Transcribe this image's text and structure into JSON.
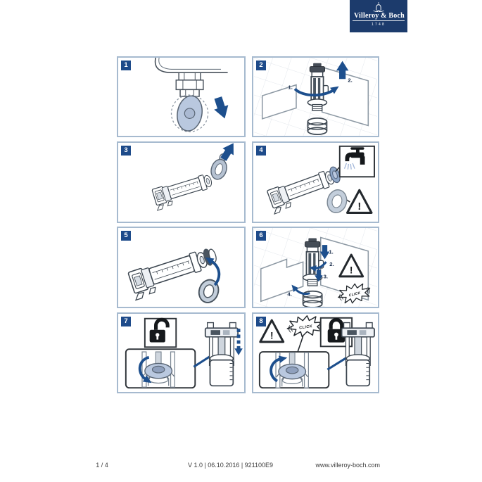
{
  "logo": {
    "brand": "Villeroy & Boch",
    "year": "1748"
  },
  "colors": {
    "accent_blue": "#1d4f8d",
    "badge_bg": "#1e4b8a",
    "logo_bg": "#1c3b6c",
    "panel_border": "#a6bacf",
    "line_art": "#3c4650",
    "light_blue_fill": "#b9c8df",
    "seal_gray": "#c3cedb",
    "tile_grid": "#e3e7ec"
  },
  "panels": [
    {
      "num": "1"
    },
    {
      "num": "2",
      "label_1": "1.",
      "label_2": "2."
    },
    {
      "num": "3"
    },
    {
      "num": "4",
      "warning": "!"
    },
    {
      "num": "5"
    },
    {
      "num": "6",
      "label_1": "1.",
      "label_2": "2.",
      "label_3": "3.",
      "label_4": "4.",
      "warning": "!",
      "click": "CLICK"
    },
    {
      "num": "7"
    },
    {
      "num": "8",
      "warning": "!",
      "click": "CLICK"
    }
  ],
  "footer": {
    "page": "1 / 4",
    "version": "V 1.0 | 06.10.2016 | 921100E9",
    "website": "www.villeroy-boch.com"
  }
}
